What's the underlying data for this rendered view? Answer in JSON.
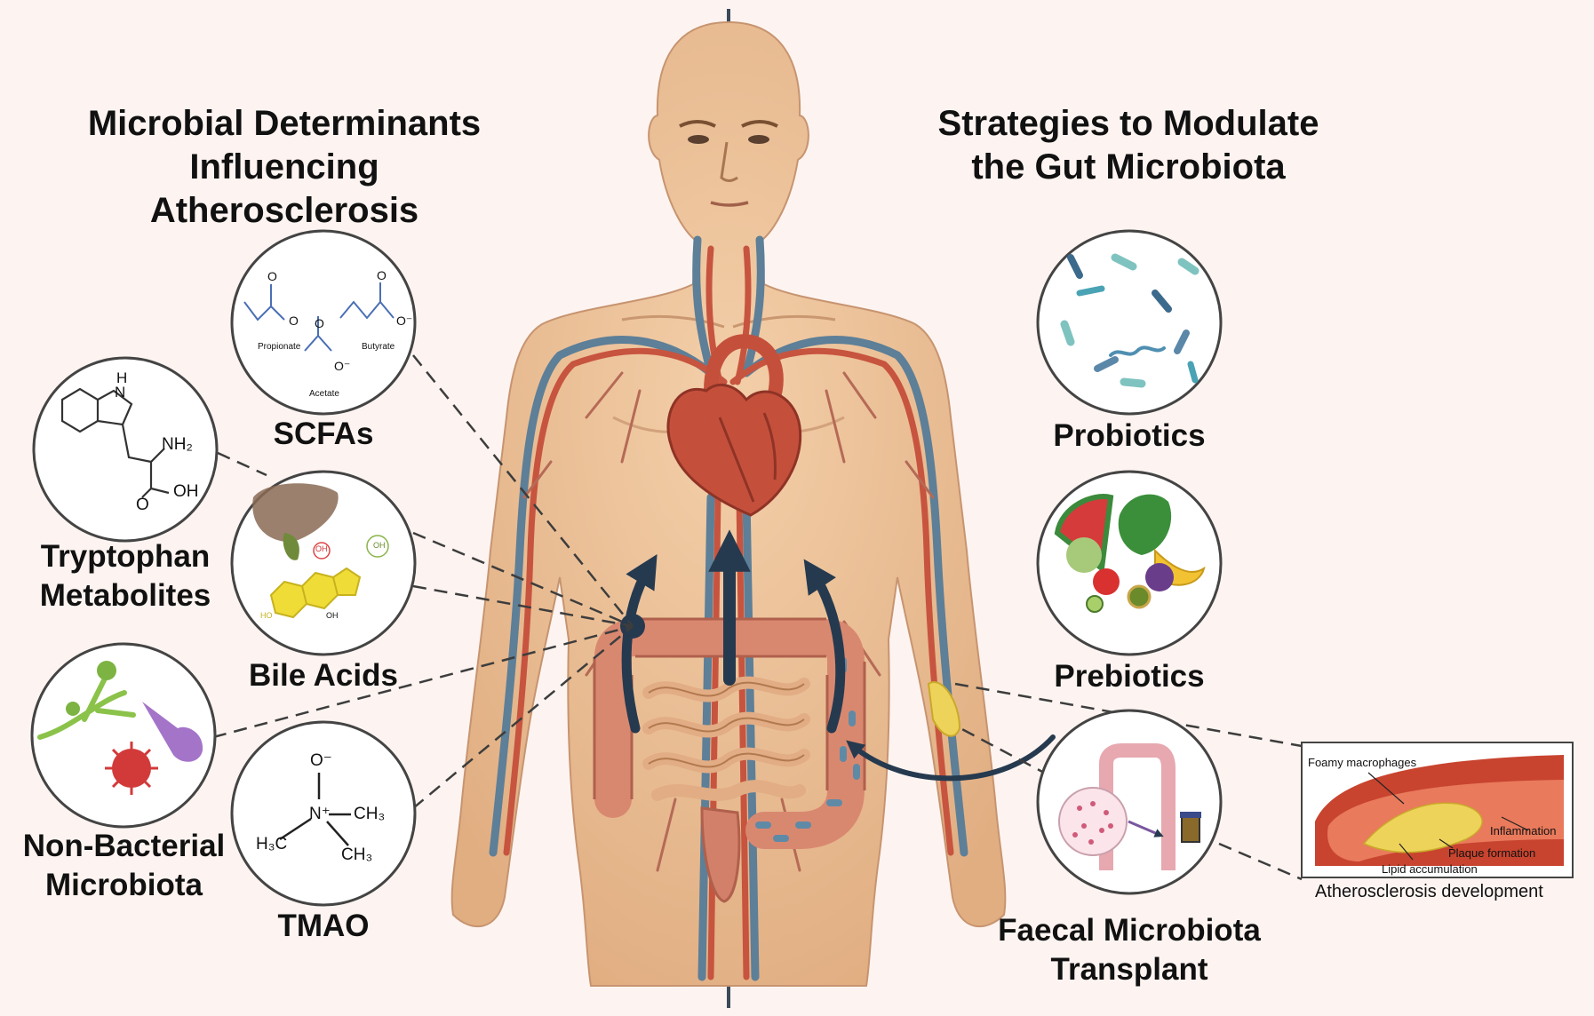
{
  "left_title": "Microbial Determinants Influencing Atherosclerosis",
  "right_title": "Strategies to Modulate the Gut Microbiota",
  "determinants": {
    "scfas": {
      "label": "SCFAs",
      "molecules": [
        "Propionate",
        "Butyrate",
        "Acetate"
      ],
      "atoms": [
        "O",
        "O",
        "O",
        "O⁻",
        "O",
        "O⁻"
      ]
    },
    "tryptophan": {
      "label": "Tryptophan Metabolites",
      "atoms": [
        "H",
        "N",
        "NH₂",
        "O",
        "OH"
      ]
    },
    "bile_acids": {
      "label": "Bile Acids",
      "atoms": [
        "OH",
        "OH",
        "OH",
        "HO"
      ]
    },
    "non_bacterial": {
      "label": "Non-Bacterial Microbiota"
    },
    "tmao": {
      "label": "TMAO",
      "atoms": [
        "O⁻",
        "N⁺",
        "CH₃",
        "H₃C",
        "CH₃"
      ]
    }
  },
  "strategies": {
    "probiotics": {
      "label": "Probiotics"
    },
    "prebiotics": {
      "label": "Prebiotics"
    },
    "fmt": {
      "label": "Faecal Microbiota Transplant"
    }
  },
  "atherosclerosis_inset": {
    "caption": "Atherosclerosis development",
    "annotations": {
      "foamy": "Foamy macrophages",
      "inflammation": "Inflammation",
      "plaque": "Plaque formation",
      "lipid": "Lipid accumulation"
    }
  },
  "colors": {
    "background": "#fdf4f1",
    "skin": "#edc29a",
    "artery": "#c7543f",
    "vein": "#5d7f98",
    "heart": "#c4503b",
    "gut": "#d98870",
    "arrow": "#263a4f",
    "plaque": "#eed35a",
    "circle_border": "#444444"
  }
}
